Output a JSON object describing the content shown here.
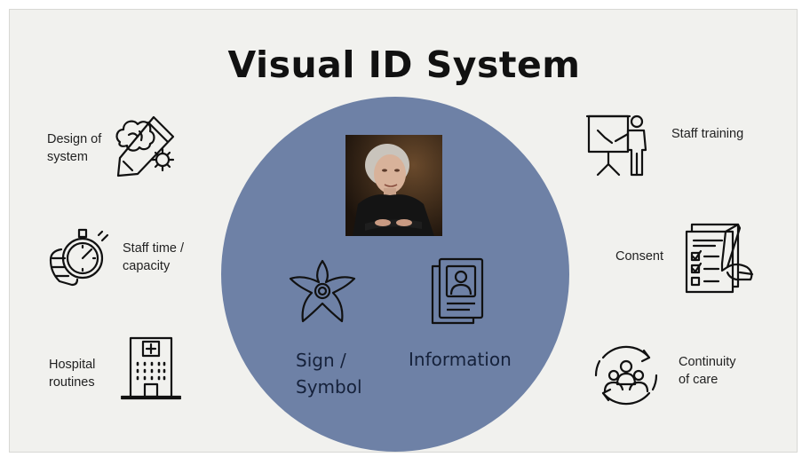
{
  "slide": {
    "title": "Visual ID System",
    "center": {
      "sign_label_line1": "Sign /",
      "sign_label_line2": "Symbol",
      "info_label": "Information"
    },
    "left_items": [
      {
        "line1": "Design of",
        "line2": "system",
        "icon": "brain-pencil-gear-icon"
      },
      {
        "line1": "Staff time /",
        "line2": "capacity",
        "icon": "stopwatch-hand-icon"
      },
      {
        "line1": "Hospital",
        "line2": "routines",
        "icon": "hospital-building-icon"
      }
    ],
    "right_items": [
      {
        "line1": "Staff training",
        "icon": "presenter-board-icon"
      },
      {
        "line1": "Consent",
        "icon": "consent-form-icon"
      },
      {
        "line1": "Continuity",
        "line2": "of care",
        "icon": "continuity-people-icon"
      }
    ],
    "colors": {
      "background": "#f1f1ee",
      "circle": "#6e81a6",
      "title": "#111111",
      "inner_text": "#15213a"
    }
  }
}
